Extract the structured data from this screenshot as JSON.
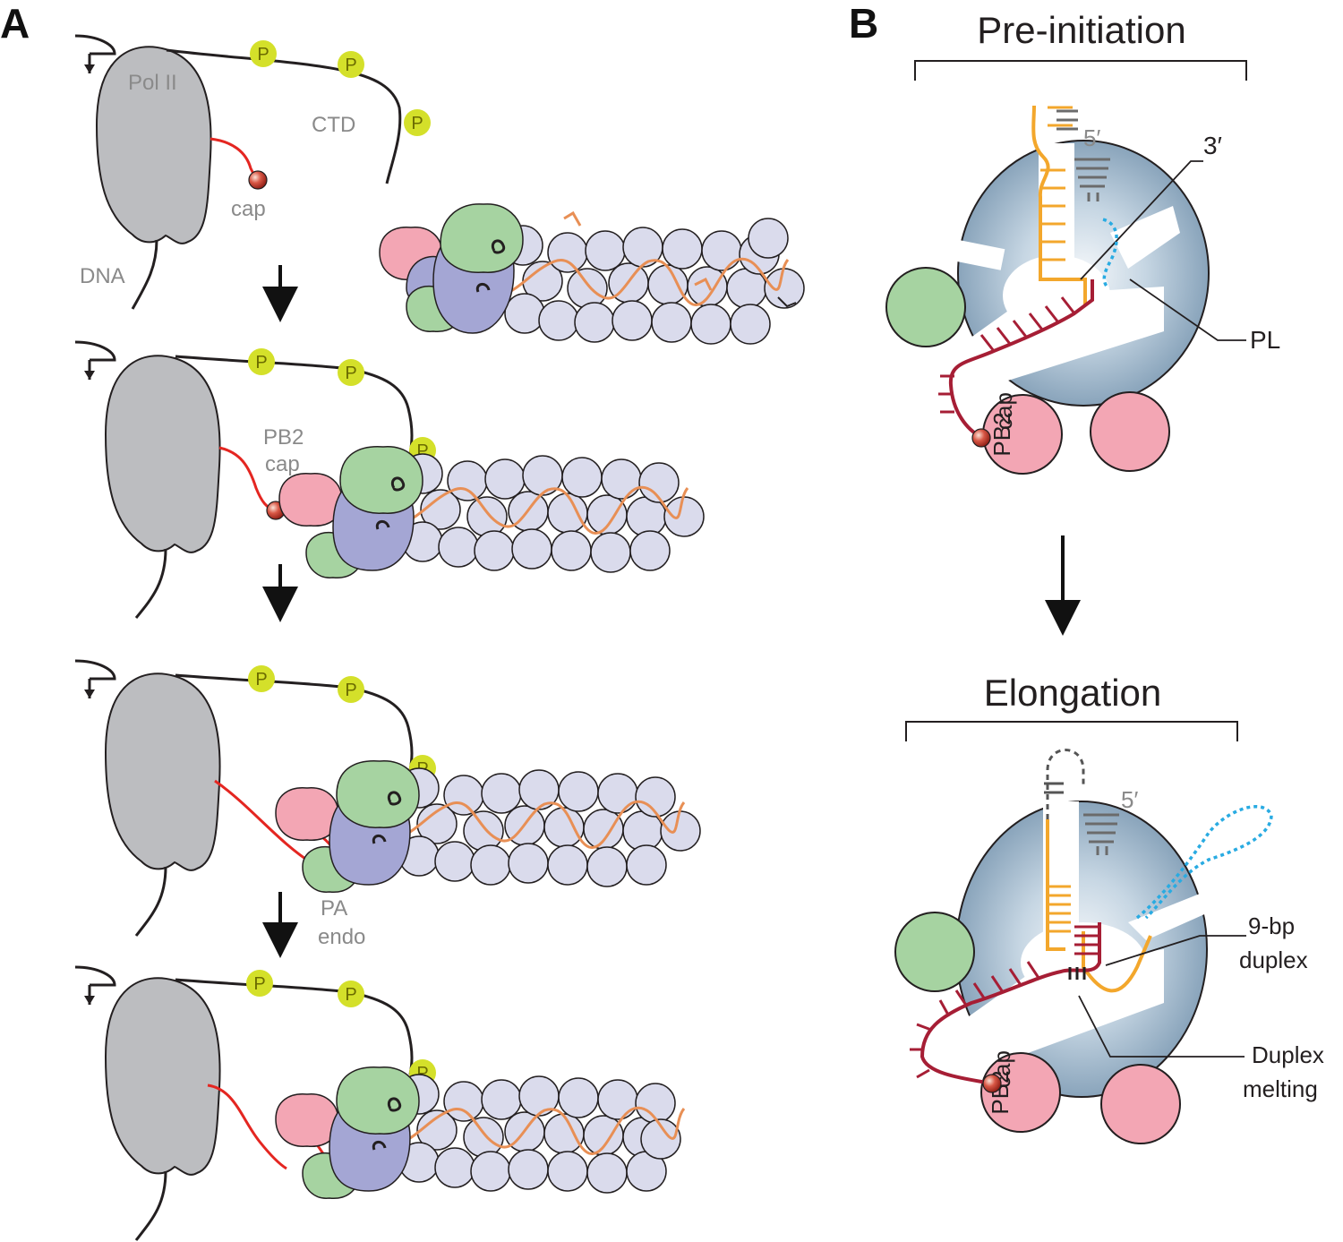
{
  "panels": {
    "a": "A",
    "b": "B"
  },
  "panel_a": {
    "pol2": "Pol II",
    "ctd": "CTD",
    "cap": "cap",
    "dna": "DNA",
    "pb2_cap_1": "PB2",
    "pb2_cap_2": "cap",
    "pa_endo_1": "PA",
    "pa_endo_2": "endo",
    "phospho": "P"
  },
  "panel_b": {
    "pre_title": "Pre-initiation",
    "elong_title": "Elongation",
    "five_prime": "5′",
    "three_prime": "3′",
    "pl": "PL",
    "pb2_1": "PB2",
    "pb2_2": "cap",
    "duplex9_1": "9-bp",
    "duplex9_2": "duplex",
    "melt_1": "Duplex",
    "melt_2": "melting"
  },
  "colors": {
    "pol2": "#bcbdc0",
    "np": "#dadbec",
    "pb1": "#a4a6d4",
    "pa": "#a6d3a1",
    "pb2": "#f3a6b4",
    "vrna": "#e88f55",
    "cap_rna": "#e42621",
    "phospho": "#d4e02a",
    "template": "#f3a72c",
    "primer": "#a61e35",
    "priming_loop": "#29abe2",
    "pol_body": "#a7bfd3"
  }
}
